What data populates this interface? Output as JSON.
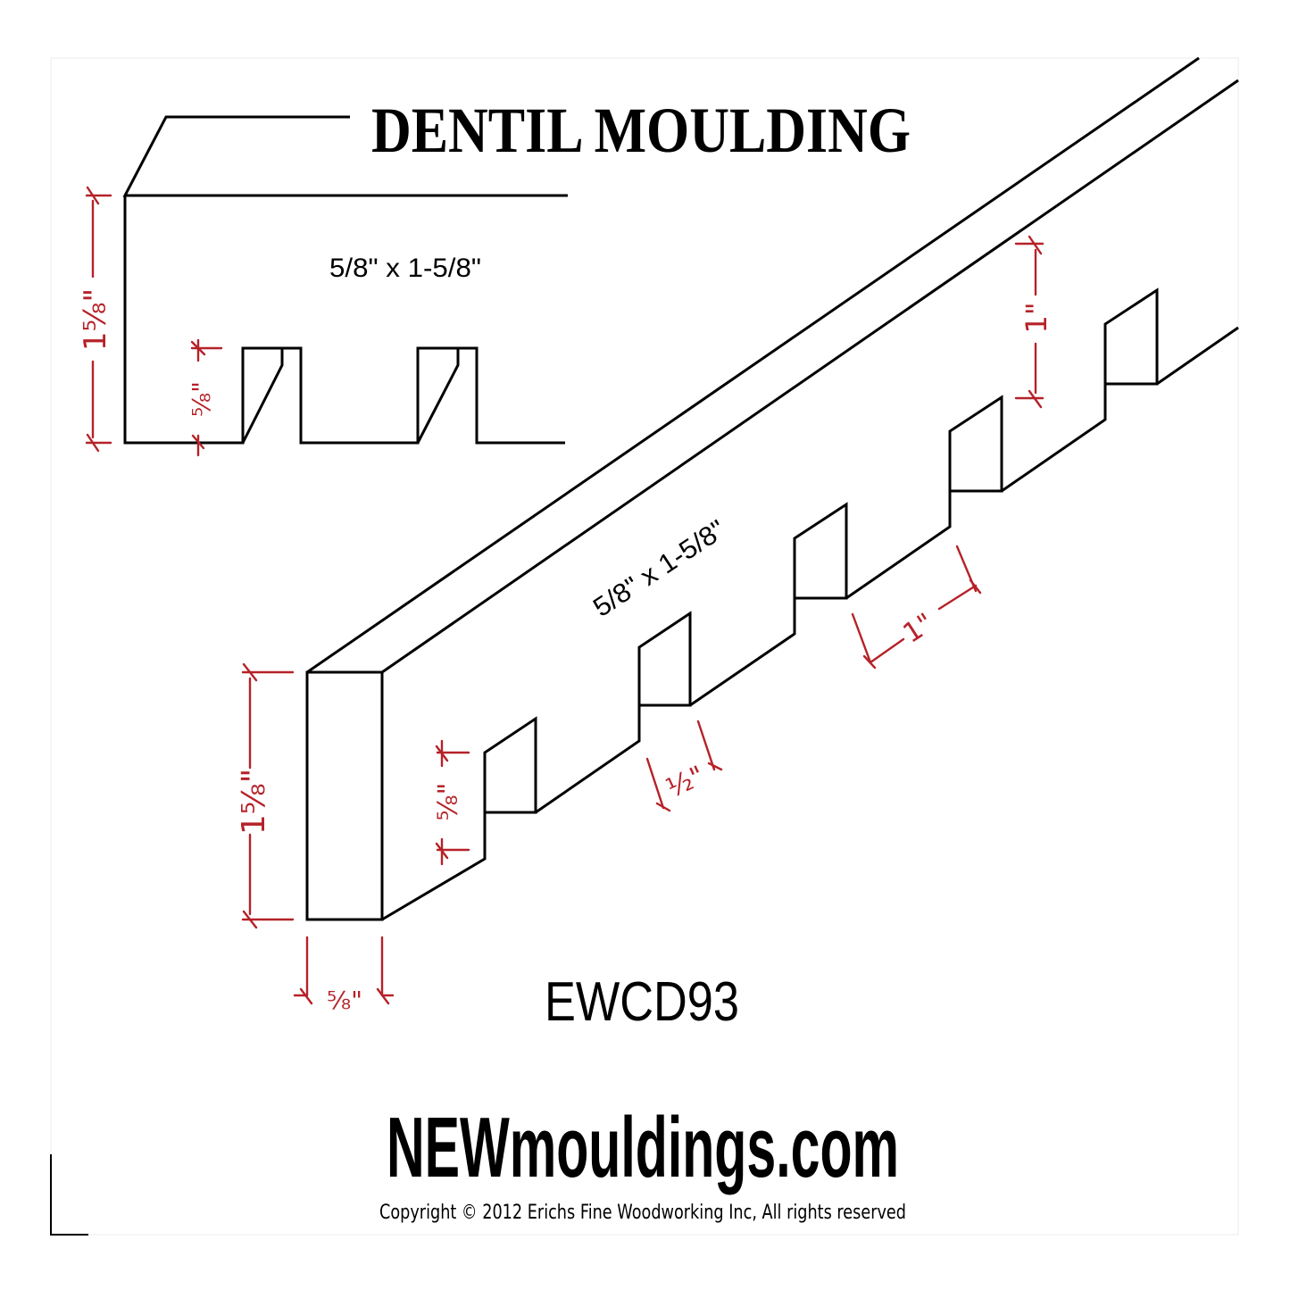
{
  "title": "DENTIL MOULDING",
  "profile_view": {
    "spec_label": "5/8\" x 1-5/8\"",
    "dimensions": {
      "overall_height": "1⅝\"",
      "dentil_depth": "⅝\""
    }
  },
  "isometric_view": {
    "spec_label": "5/8\" x 1-5/8\"",
    "dimensions": {
      "overall_height": "1⅝\"",
      "thickness": "⅝\"",
      "dentil_depth": "⅝\"",
      "gap_width": "½\"",
      "block_width": "1\"",
      "block_height": "1\""
    }
  },
  "model_number": "EWCD93",
  "brand": "NEWmouldings.com",
  "copyright": "Copyright © 2012 Erichs Fine Woodworking Inc, All rights reserved",
  "colors": {
    "ink": "#000000",
    "dimension": "#b52228",
    "background": "#ffffff"
  }
}
